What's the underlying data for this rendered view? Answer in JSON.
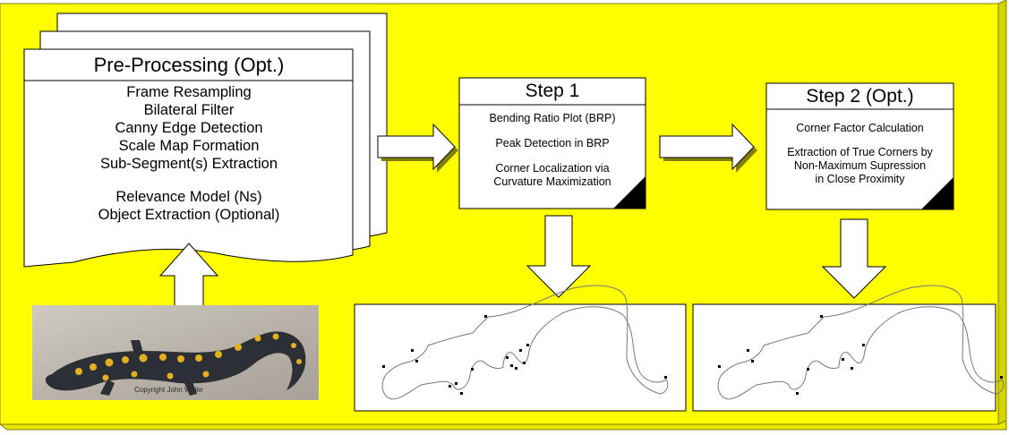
{
  "colors": {
    "background": "#ffff00",
    "box_fill": "#ffffff",
    "border": "#000000",
    "arrow_fill": "#ffffff",
    "arrow_shadow": "#808000"
  },
  "preprocessing": {
    "title": "Pre-Processing (Opt.)",
    "items": [
      "Frame Resampling",
      "Bilateral Filter",
      "Canny Edge Detection",
      "Scale Map Formation",
      "Sub-Segment(s) Extraction",
      "",
      "Relevance Model (Ns)",
      "Object Extraction (Optional)"
    ]
  },
  "step1": {
    "title": "Step 1",
    "items": [
      "Bending Ratio Plot (BRP)",
      "",
      "Peak Detection in BRP",
      "",
      "Corner Localization via",
      "Curvature Maximization"
    ]
  },
  "step2": {
    "title": "Step 2 (Opt.)",
    "items": [
      "Corner Factor Calculation",
      "",
      "Extraction of True Corners by",
      "Non-Maximum Supression",
      "in Close Proximity"
    ]
  },
  "photo": {
    "copyright": "Copyright John White",
    "subject_icon": "salamander-photo"
  },
  "outputs": {
    "icon": "salamander-contour-with-corner-points"
  }
}
